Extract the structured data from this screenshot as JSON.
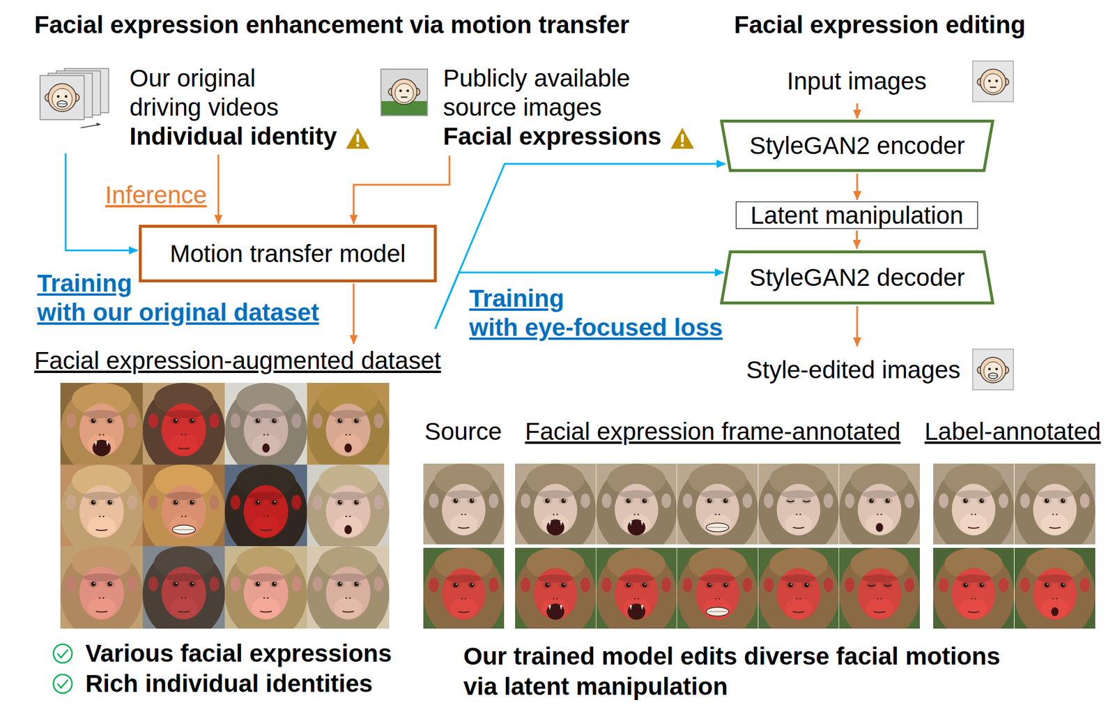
{
  "diagram": {
    "nodes": [
      {
        "text": [
          "Our original driving videos",
          "Individual identity"
        ]
      },
      {
        "text": [
          "Publicly available source images",
          "Facial expressions"
        ]
      },
      {
        "text": [
          "Motion transfer model"
        ]
      },
      {
        "text": [
          "Facial expression-augmented dataset"
        ]
      },
      {
        "text": [
          "Input images"
        ]
      },
      {
        "text": [
          "StyleGAN2 encoder"
        ]
      },
      {
        "text": [
          "Latent manipulation"
        ]
      },
      {
        "text": [
          "StyleGAN2 decoder"
        ]
      },
      {
        "text": [
          "Style-edited images"
        ]
      }
    ],
    "edges": [
      {
        "from": 0,
        "to": 2,
        "arrow": "to",
        "label": "Training with our original dataset"
      },
      {
        "from": 0,
        "to": 2,
        "arrow": "to",
        "label": "Inference"
      },
      {
        "from": 1,
        "to": 2,
        "arrow": "to"
      },
      {
        "from": 2,
        "to": 3,
        "arrow": "to"
      },
      {
        "from": 3,
        "to": 5,
        "arrow": "to"
      },
      {
        "from": 3,
        "to": 7,
        "arrow": "to",
        "label": "Training with eye-focused loss"
      },
      {
        "from": 4,
        "to": 5,
        "arrow": "to"
      },
      {
        "from": 5,
        "to": 6,
        "arrow": "to"
      },
      {
        "from": 6,
        "to": 7,
        "arrow": "to"
      },
      {
        "from": 7,
        "to": 8,
        "arrow": "to"
      }
    ],
    "labels": [
      "Facial expression enhancement via motion transfer",
      "Facial expression editing",
      "Source",
      "Facial expression frame-annotated",
      "Label-annotated",
      "Various facial expressions",
      "Rich individual identities",
      "Our trained model edits diverse facial motions via latent manipulation"
    ]
  }
}
